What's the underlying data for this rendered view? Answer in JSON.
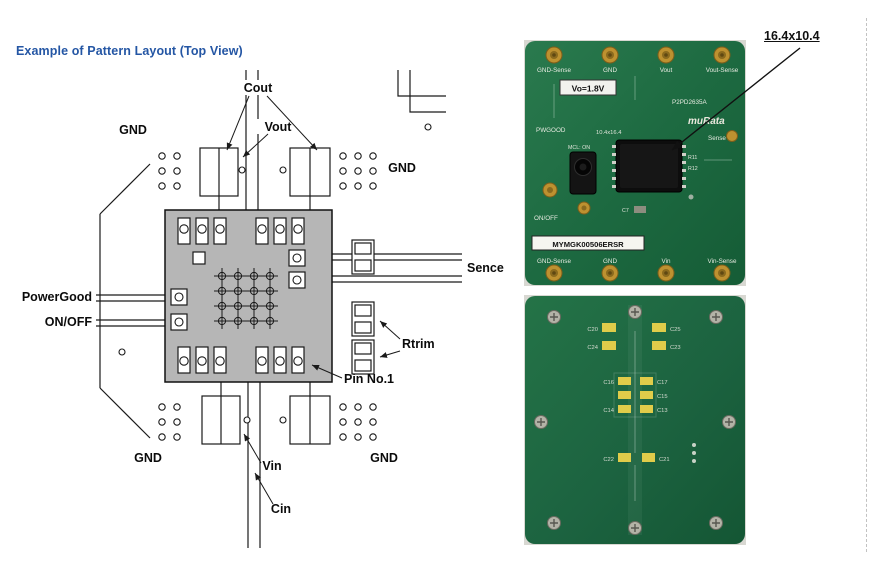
{
  "title": "Example of Pattern Layout (Top View)",
  "dimension_callout": "16.4x10.4",
  "diagram": {
    "labels": {
      "cout": "Cout",
      "vout": "Vout",
      "gnd_top_left": "GND",
      "gnd_top_right": "GND",
      "powergood": "PowerGood",
      "on_off": "ON/OFF",
      "sence": "Sence",
      "rtrim": "Rtrim",
      "pin_no1": "Pin No.1",
      "gnd_bottom_left": "GND",
      "vin": "Vin",
      "gnd_bottom_right": "GND",
      "cin": "Cin"
    }
  },
  "board_top_photo": {
    "terminals_top": [
      "GND-Sense",
      "GND",
      "Vout",
      "Vout-Sense"
    ],
    "terminals_bottom": [
      "GND-Sense",
      "GND",
      "Vin",
      "Vin-Sense"
    ],
    "output_voltage": "Vo=1.8V",
    "part_number": "P2PD2635A",
    "brand": "muRata",
    "pwgood": "PWGOOD",
    "module_size": "10.4x16.4",
    "sense": "Sense",
    "switch_silk": "MCL: ON",
    "on_off": "ON/OFF",
    "model_number": "MYMGK00506ERSR",
    "refs": {
      "r11": "R11",
      "r12": "R12",
      "c7": "C7"
    }
  },
  "board_bottom_photo": {
    "pads": {
      "c20": "C20",
      "c25": "C25",
      "c24": "C24",
      "c23": "C23",
      "c16": "C16",
      "c17": "C17",
      "c15": "C15",
      "c14": "C14",
      "c13": "C13",
      "c22": "C22",
      "c21": "C21"
    }
  },
  "colors": {
    "title_blue": "#2456a4",
    "pcb_green": "#1d6a41",
    "pad_yellow": "#e0cc4a",
    "module_gray": "#b6b6b6"
  }
}
